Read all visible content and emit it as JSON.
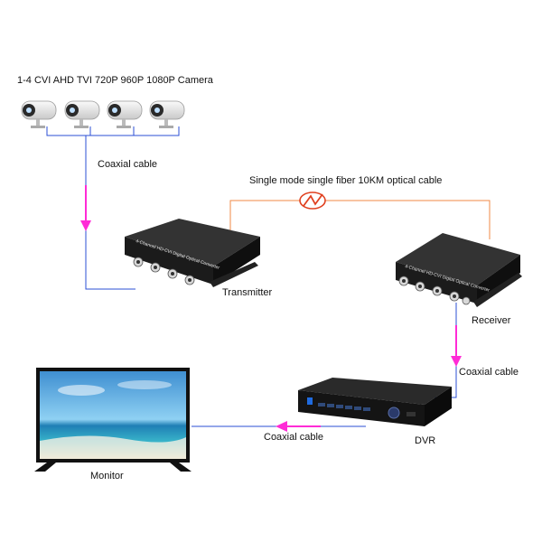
{
  "labels": {
    "cameras": "1-4 CVI AHD TVI 720P 960P 1080P Camera",
    "coax1": "Coaxial cable",
    "fiber": "Single mode single fiber 10KM optical cable",
    "transmitter": "Transmitter",
    "receiver": "Receiver",
    "coax2": "Coaxial cable",
    "dvr": "DVR",
    "coax3": "Coaxial cable",
    "monitor": "Monitor"
  },
  "device_face_text": "4-Channel HD-CVI Digital Optical Converter",
  "colors": {
    "coax_line": "#2b4fd6",
    "fiber_line": "#f08a45",
    "arrow": "#ff2bd6",
    "device_body": "#1b1b1b"
  }
}
